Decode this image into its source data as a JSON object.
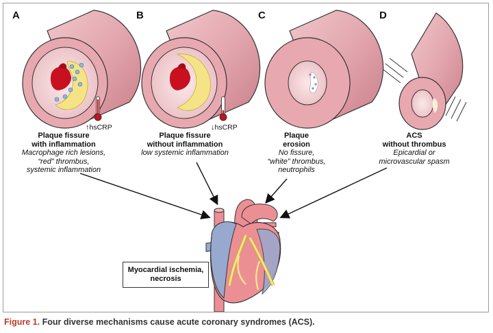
{
  "panels": [
    {
      "letter": "A",
      "title_lines": [
        "Plaque fissure",
        "with inflammation"
      ],
      "sub_lines": [
        "Macrophage rich lesions,",
        "“red” thrombus,",
        "systemic inflammation"
      ],
      "crp_arrow": "↑",
      "crp_label": "hsCRP"
    },
    {
      "letter": "B",
      "title_lines": [
        "Plaque fissure",
        "without inflammation"
      ],
      "sub_lines": [
        "low systemic inflammation"
      ],
      "crp_arrow": "↓",
      "crp_label": "hsCRP"
    },
    {
      "letter": "C",
      "title_lines": [
        "Plaque",
        "erosion"
      ],
      "sub_lines": [
        "No fissure,",
        "“white” thrombus,",
        "neutrophils"
      ]
    },
    {
      "letter": "D",
      "title_lines": [
        "ACS",
        "without thrombus"
      ],
      "sub_lines": [
        "Epicardial or",
        "microvascular spasm"
      ]
    }
  ],
  "outcome_lines": [
    "Myocardial ischemia,",
    "necrosis"
  ],
  "caption": {
    "figure": "Figure 1.",
    "text": "Four diverse mechanisms cause acute coronary syndromes (ACS)."
  },
  "colors": {
    "vessel_wall": "#e0a3ac",
    "vessel_lumen": "#f3d6d6",
    "plaque": "#f5e486",
    "red_thrombus": "#c8101f",
    "macrophage": "#8fb8d8",
    "caption_red": "#c0392b",
    "heart_pink": "#ec8f94",
    "heart_blue": "#98a9cf"
  }
}
